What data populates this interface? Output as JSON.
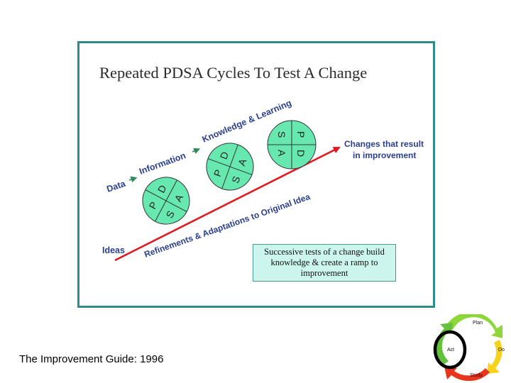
{
  "diagram": {
    "title": "Repeated PDSA Cycles To Test A Change",
    "upper_path": {
      "data": "Data",
      "information": "Information",
      "knowledge": "Knowledge & Learning"
    },
    "lower_path": {
      "refinements": "Refinements & Adaptations to Original Idea"
    },
    "ideas_label": "Ideas",
    "outcome_label": [
      "Changes that result",
      "in improvement"
    ],
    "cycle_letters": {
      "p": "P",
      "d": "D",
      "s": "S",
      "a": "A"
    },
    "caption": [
      "Successive tests of a change build",
      "knowledge & create a ramp to",
      "improvement"
    ],
    "colors": {
      "frame": "#2e8b88",
      "cycle_fill": "#66e8b0",
      "label_blue": "#2b3f8f",
      "arrow_red": "#e3181e",
      "caption_bg": "#ccf5ee"
    }
  },
  "citation": "The Improvement Guide: 1996",
  "cycle_icon": {
    "plan": "Plan",
    "do": "Do",
    "study": "Study",
    "act": "Act"
  }
}
